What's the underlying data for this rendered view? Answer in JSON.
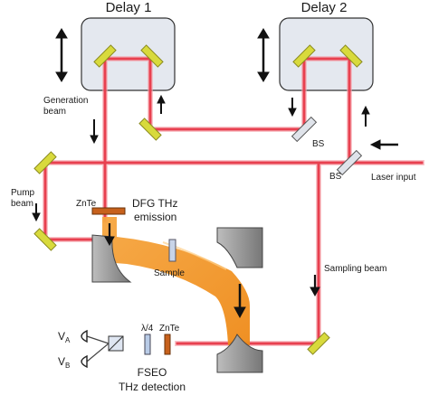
{
  "labels": {
    "delay1": "Delay 1",
    "delay2": "Delay 2",
    "generation_beam_line1": "Generation",
    "generation_beam_line2": "beam",
    "pump_beam_line1": "Pump",
    "pump_beam_line2": "beam",
    "bs_upper": "BS",
    "bs_lower": "BS",
    "laser_input": "Laser input",
    "znte_emitter": "ZnTe",
    "dfg_line1": "DFG THz",
    "dfg_line2": "emission",
    "sample": "Sample",
    "sampling_beam": "Sampling beam",
    "quarter_wave": "λ/4",
    "znte_detector": "ZnTe",
    "fseo_line1": "FSEO",
    "fseo_line2": "THz detection",
    "va_main": "V",
    "va_sub": "A",
    "vb_main": "V",
    "vb_sub": "B"
  },
  "colors": {
    "laser_beam": "#e8404f",
    "laser_beam_glow": "#f6a3ab",
    "thz_beam": "#f39423",
    "mirror_fill": "#d8da3c",
    "mirror_edge": "#8a8a1e",
    "delay_box": "#e4e8ef",
    "crystal": "#c7611c",
    "curved_mirror": "#a8a8a8"
  }
}
